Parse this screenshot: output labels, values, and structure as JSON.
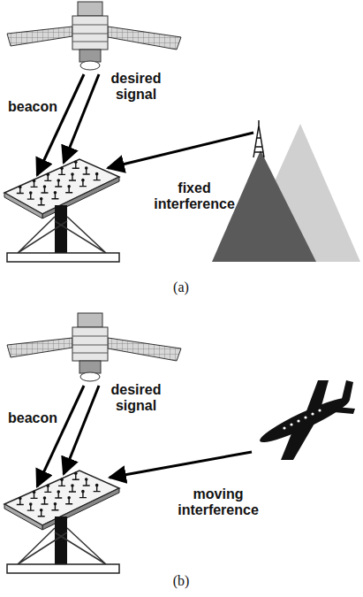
{
  "diagram": {
    "labels": [
      "beacon",
      "desired signal",
      "fixed interference",
      "(a)",
      "beacon",
      "desired signal",
      "moving interference",
      "(b)"
    ]
  }
}
